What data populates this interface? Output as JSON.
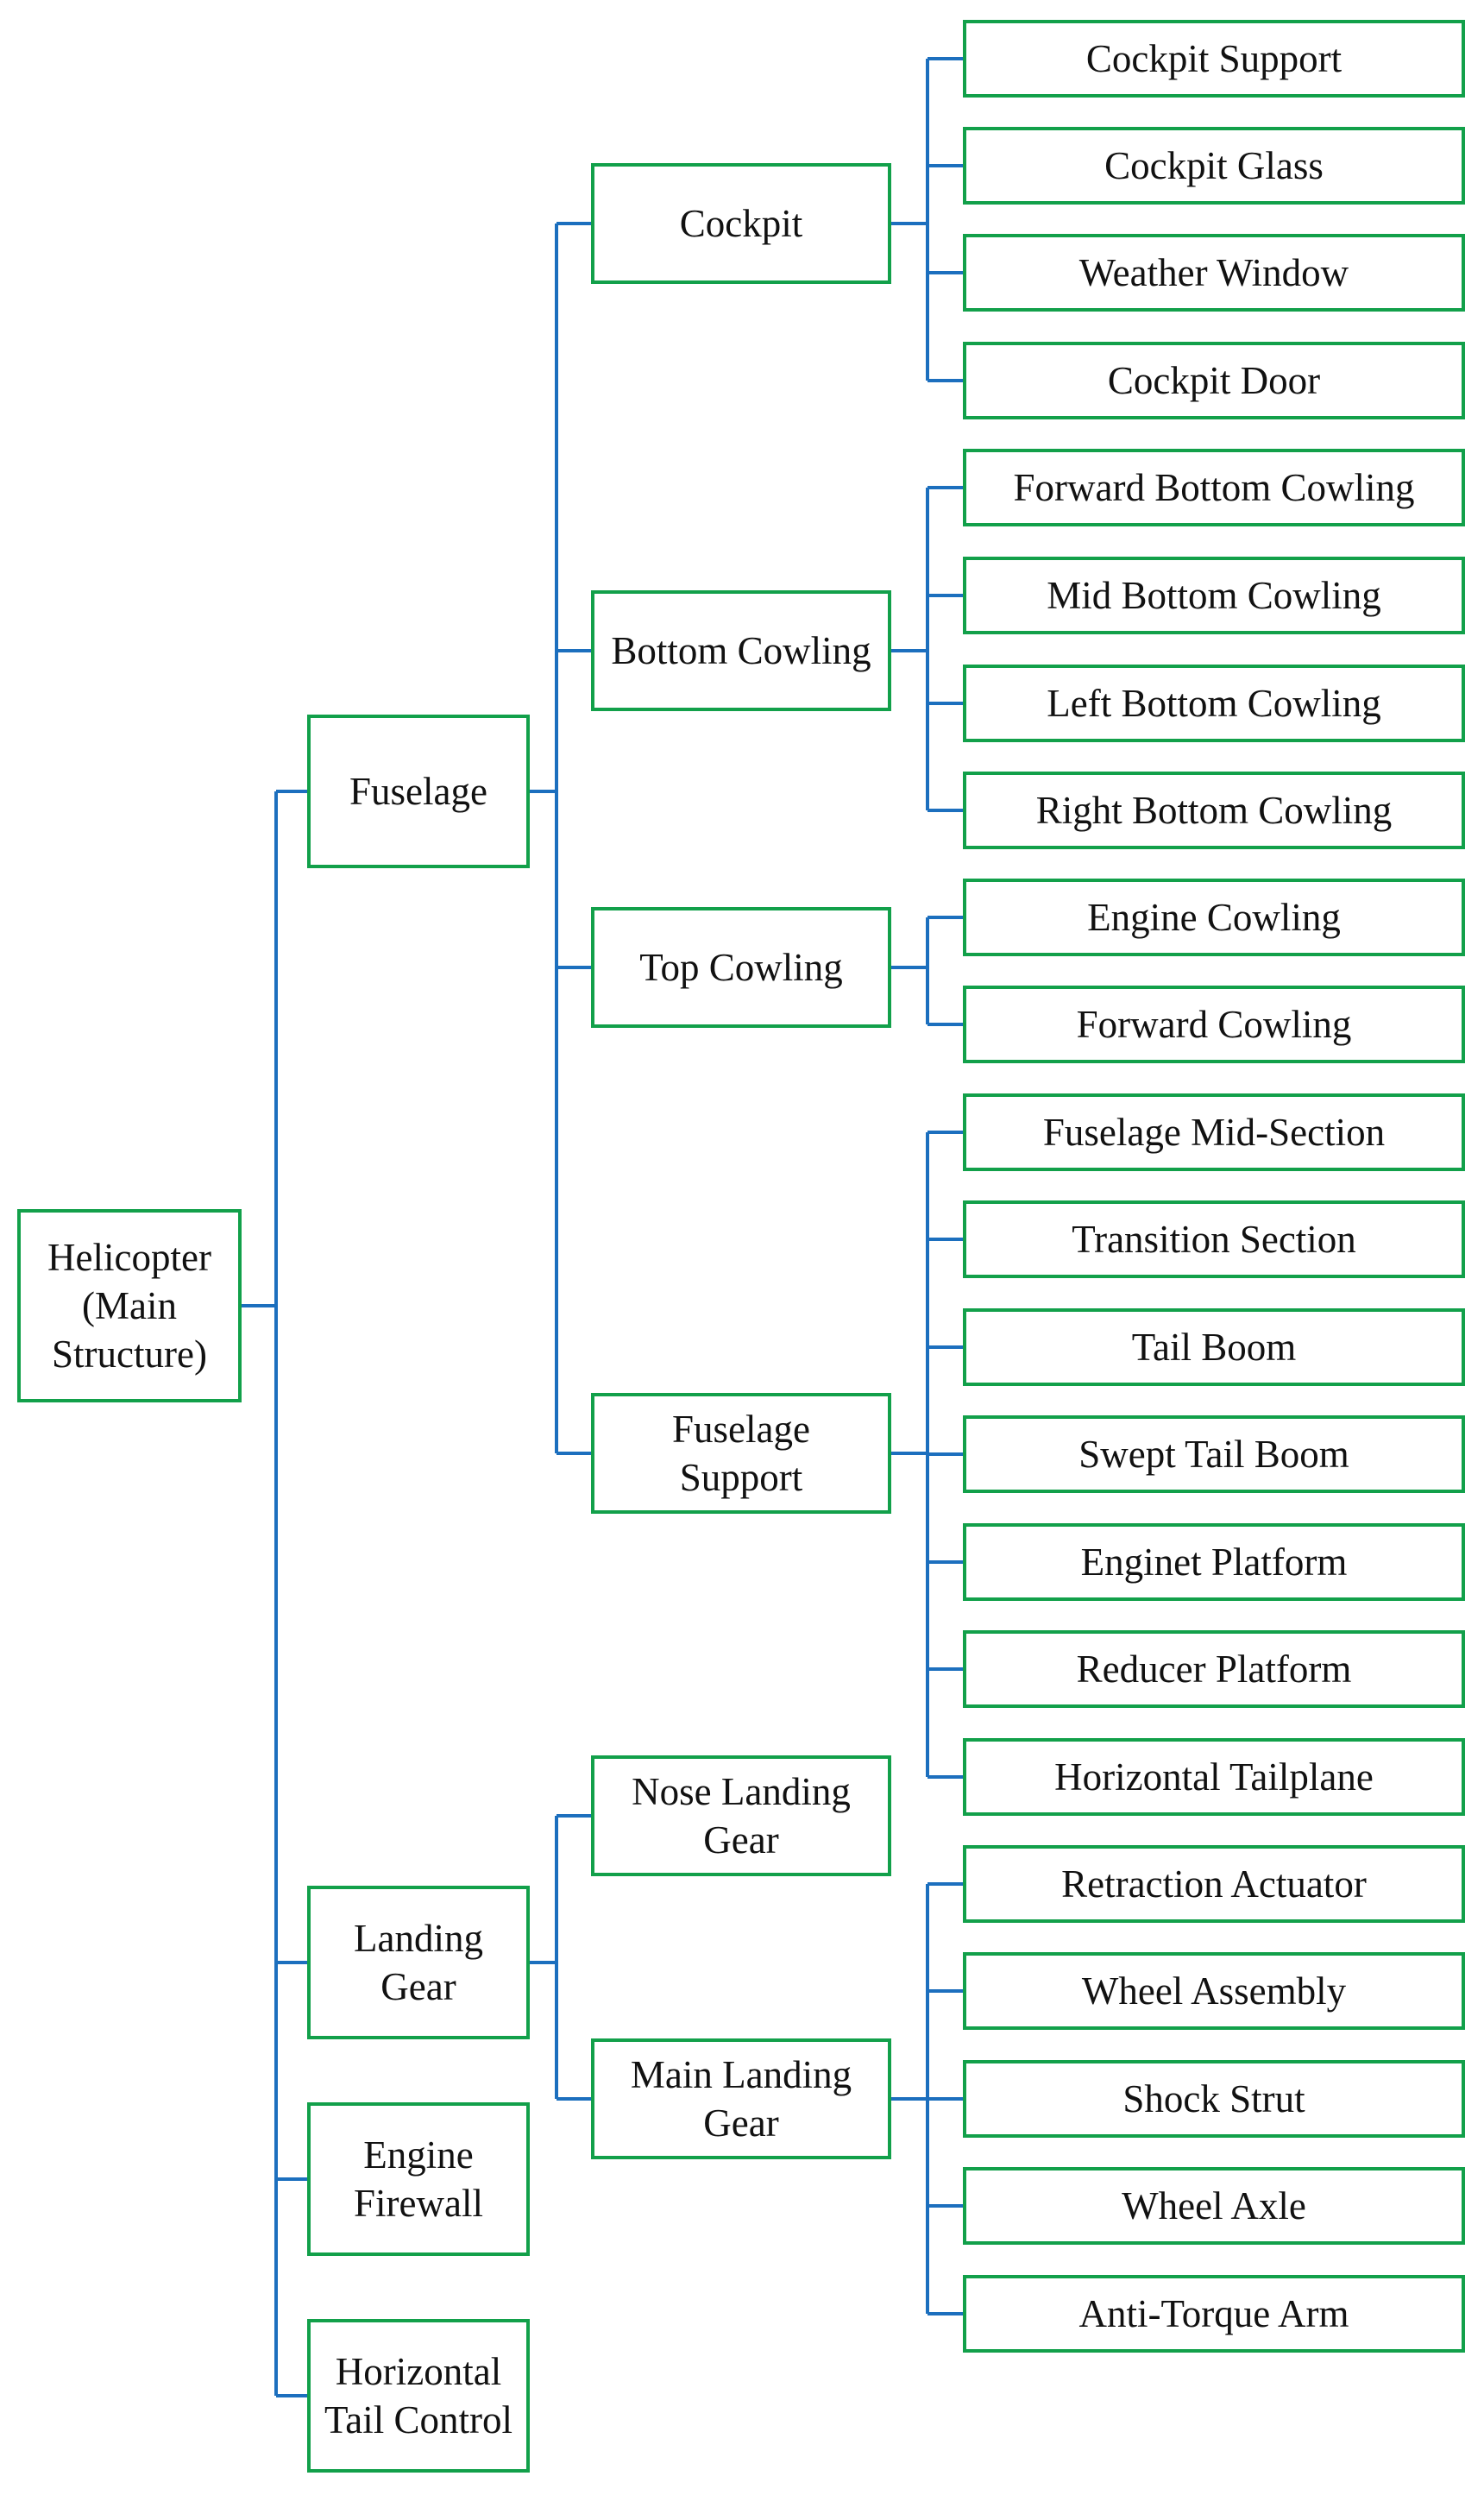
{
  "diagram": {
    "type": "hierarchy-tree",
    "colors": {
      "box_border": "#12a04a",
      "connector": "#1c6fbe",
      "text": "#111111",
      "background": "#ffffff"
    },
    "root": {
      "id": "helicopter",
      "label": [
        "Helicopter",
        "(Main",
        "Structure)"
      ],
      "children": [
        {
          "id": "fuselage",
          "label": [
            "Fuselage"
          ],
          "children": [
            {
              "id": "cockpit",
              "label": [
                "Cockpit"
              ],
              "children": [
                {
                  "id": "cockpit-support",
                  "label": [
                    "Cockpit Support"
                  ]
                },
                {
                  "id": "cockpit-glass",
                  "label": [
                    "Cockpit Glass"
                  ]
                },
                {
                  "id": "weather-window",
                  "label": [
                    "Weather Window"
                  ]
                },
                {
                  "id": "cockpit-door",
                  "label": [
                    "Cockpit Door"
                  ]
                }
              ]
            },
            {
              "id": "bottom-cowling",
              "label": [
                "Bottom Cowling"
              ],
              "children": [
                {
                  "id": "forward-bottom-cowling",
                  "label": [
                    "Forward Bottom Cowling"
                  ]
                },
                {
                  "id": "mid-bottom-cowling",
                  "label": [
                    "Mid Bottom Cowling"
                  ]
                },
                {
                  "id": "left-bottom-cowling",
                  "label": [
                    "Left Bottom Cowling"
                  ]
                },
                {
                  "id": "right-bottom-cowling",
                  "label": [
                    "Right Bottom Cowling"
                  ]
                }
              ]
            },
            {
              "id": "top-cowling",
              "label": [
                "Top Cowling"
              ],
              "children": [
                {
                  "id": "engine-cowling",
                  "label": [
                    "Engine Cowling"
                  ]
                },
                {
                  "id": "forward-cowling",
                  "label": [
                    "Forward Cowling"
                  ]
                }
              ]
            },
            {
              "id": "fuselage-support",
              "label": [
                "Fuselage",
                "Support"
              ],
              "children": [
                {
                  "id": "fuselage-mid-section",
                  "label": [
                    "Fuselage Mid-Section"
                  ]
                },
                {
                  "id": "transition-section",
                  "label": [
                    "Transition Section"
                  ]
                },
                {
                  "id": "tail-boom",
                  "label": [
                    "Tail Boom"
                  ]
                },
                {
                  "id": "swept-tail-boom",
                  "label": [
                    "Swept Tail Boom"
                  ]
                },
                {
                  "id": "enginet-platform",
                  "label": [
                    "Enginet Platform"
                  ]
                },
                {
                  "id": "reducer-platform",
                  "label": [
                    "Reducer Platform"
                  ]
                },
                {
                  "id": "horizontal-tailplane",
                  "label": [
                    "Horizontal Tailplane"
                  ]
                }
              ]
            }
          ]
        },
        {
          "id": "landing-gear",
          "label": [
            "Landing",
            "Gear"
          ],
          "children": [
            {
              "id": "nose-landing-gear",
              "label": [
                "Nose Landing",
                "Gear"
              ]
            },
            {
              "id": "main-landing-gear",
              "label": [
                "Main Landing",
                "Gear"
              ],
              "children": [
                {
                  "id": "retraction-actuator",
                  "label": [
                    "Retraction Actuator"
                  ]
                },
                {
                  "id": "wheel-assembly",
                  "label": [
                    "Wheel Assembly"
                  ]
                },
                {
                  "id": "shock-strut",
                  "label": [
                    "Shock Strut"
                  ]
                },
                {
                  "id": "wheel-axle",
                  "label": [
                    "Wheel Axle"
                  ]
                },
                {
                  "id": "anti-torque-arm",
                  "label": [
                    "Anti-Torque Arm"
                  ]
                }
              ]
            }
          ]
        },
        {
          "id": "engine-firewall",
          "label": [
            "Engine",
            "Firewall"
          ]
        },
        {
          "id": "horizontal-tail-control",
          "label": [
            "Horizontal",
            "Tail Control"
          ]
        }
      ]
    }
  }
}
